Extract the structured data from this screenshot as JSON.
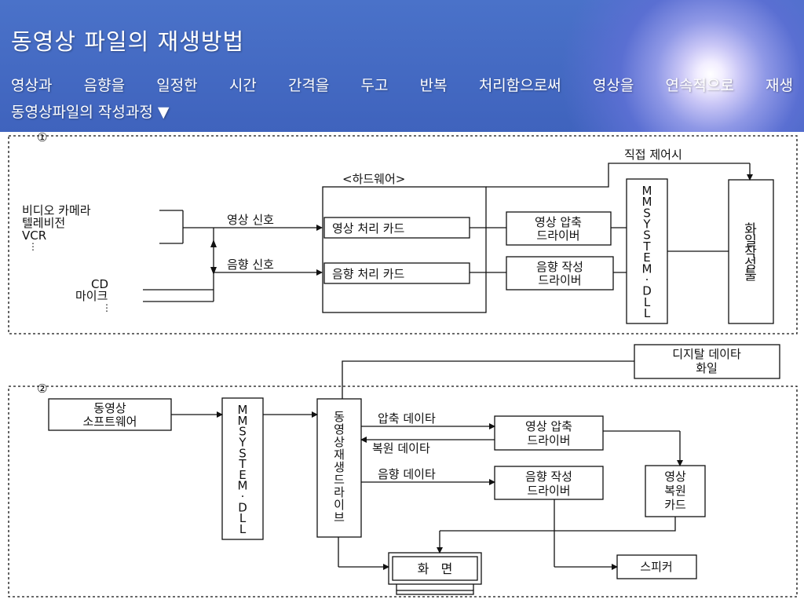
{
  "slide": {
    "title": "동영상 파일의 재생방법",
    "line1": "영상과 음향을 일정한 시간 간격을 두고 반복 처리함으로써 영상을 연속적으로 재생",
    "line2": "동영상파일의 작성과정 ▼"
  },
  "diagram1": {
    "number": "①",
    "sources_video": [
      "비디오 카메라",
      "텔레비전",
      "VCR",
      "⋮"
    ],
    "sources_audio": [
      "CD",
      "마이크",
      "⋮"
    ],
    "video_signal": "영상 신호",
    "audio_signal": "음향 신호",
    "hardware_label": "<하드웨어>",
    "video_card": "영상 처리 카드",
    "audio_card": "음향 처리 카드",
    "video_driver": [
      "영상 압축",
      "드라이버"
    ],
    "audio_driver": [
      "음향 작성",
      "드라이버"
    ],
    "mmsystem": [
      "M",
      "M",
      "S",
      "Y",
      "S",
      "T",
      "E",
      "M",
      "·",
      "D",
      "L",
      "L"
    ],
    "file_writer": [
      "화",
      "일",
      "작",
      "성",
      "툴"
    ],
    "direct_control": "직접 제어시"
  },
  "diagram2": {
    "number": "②",
    "digital_file": [
      "디지탈 데이타",
      "화일"
    ],
    "software": [
      "동영상",
      "소프트웨어"
    ],
    "mmsystem": [
      "M",
      "M",
      "S",
      "Y",
      "S",
      "T",
      "E",
      "M",
      "·",
      "D",
      "L",
      "L"
    ],
    "playback_driver": [
      "동",
      "영",
      "상",
      "재",
      "생",
      "드",
      "라",
      "이",
      "브"
    ],
    "compressed_data": "압축 데이타",
    "restored_data": "복원 데이타",
    "audio_data": "음향 데이타",
    "video_driver": [
      "영상 압축",
      "드라이버"
    ],
    "audio_driver": [
      "음향 작성",
      "드라이버"
    ],
    "restore_card": [
      "영상",
      "복원",
      "카드"
    ],
    "screen": "화   면",
    "speaker": "스피커"
  }
}
